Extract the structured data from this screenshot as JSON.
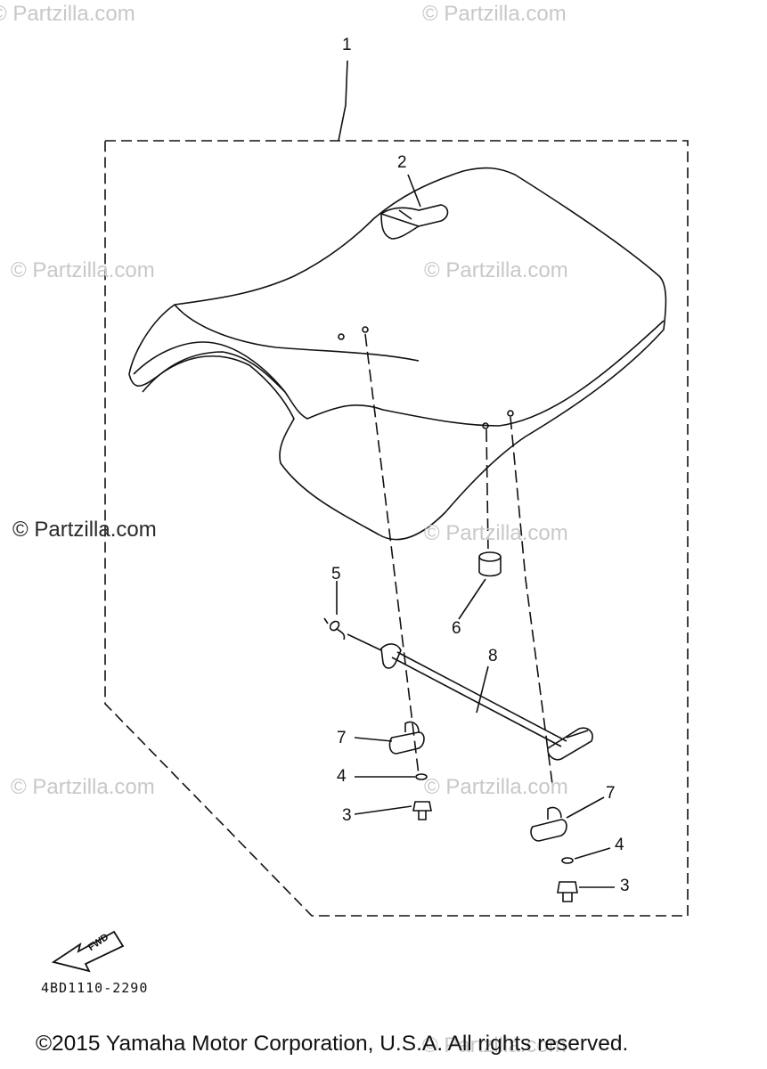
{
  "watermarks": {
    "w1": "© Partzilla.com",
    "w2": "© Partzilla.com",
    "w3": "© Partzilla.com",
    "w4": "© Partzilla.com",
    "w5": "© Partzilla.com",
    "w6": "© Partzilla.com",
    "w7": "© Partzilla.com",
    "w8": "© Partzilla.com",
    "w9": "© Partzilla.com"
  },
  "callouts": {
    "top_ref": "1",
    "p2": "2",
    "p5": "5",
    "p6": "6",
    "p8": "8",
    "p7a": "7",
    "p4a": "4",
    "p3a": "3",
    "p7b": "7",
    "p4b": "4",
    "p3b": "3"
  },
  "fwd_label": "FWD",
  "diagram_code": "4BD1110-2290",
  "copyright": "©2015 Yamaha Motor Corporation, U.S.A. All rights reserved."
}
